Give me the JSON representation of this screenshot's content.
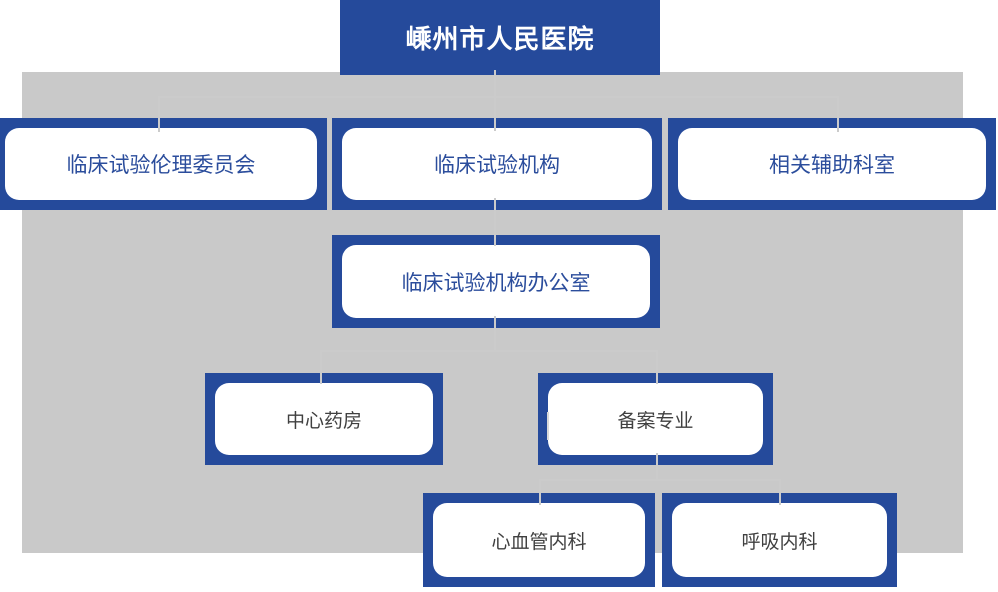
{
  "org_chart": {
    "title": "嵊州市人民医院",
    "root": {
      "label": "嵊州市人民医院"
    },
    "nodes": {
      "ethics": {
        "label": "临床试验伦理委员会",
        "parent": "root"
      },
      "institution": {
        "label": "临床试验机构",
        "parent": "root"
      },
      "auxiliary": {
        "label": "相关辅助科室",
        "parent": "root"
      },
      "office": {
        "label": "临床试验机构办公室",
        "parent": "institution"
      },
      "pharmacy": {
        "label": "中心药房",
        "parent": "office"
      },
      "specialty": {
        "label": "备案专业",
        "parent": "office"
      },
      "cardiology": {
        "label": "心血管内科",
        "parent": "specialty"
      },
      "respiratory": {
        "label": "呼吸内科",
        "parent": "specialty"
      }
    },
    "colors": {
      "node_fill": "#254a9b",
      "node_inner": "#ffffff",
      "panel_background": "#c9c9c9",
      "root_text": "#ffffff",
      "level1_text": "#2b4d9c",
      "leaf_text": "#404040",
      "connector": "#cbcbcb"
    }
  }
}
